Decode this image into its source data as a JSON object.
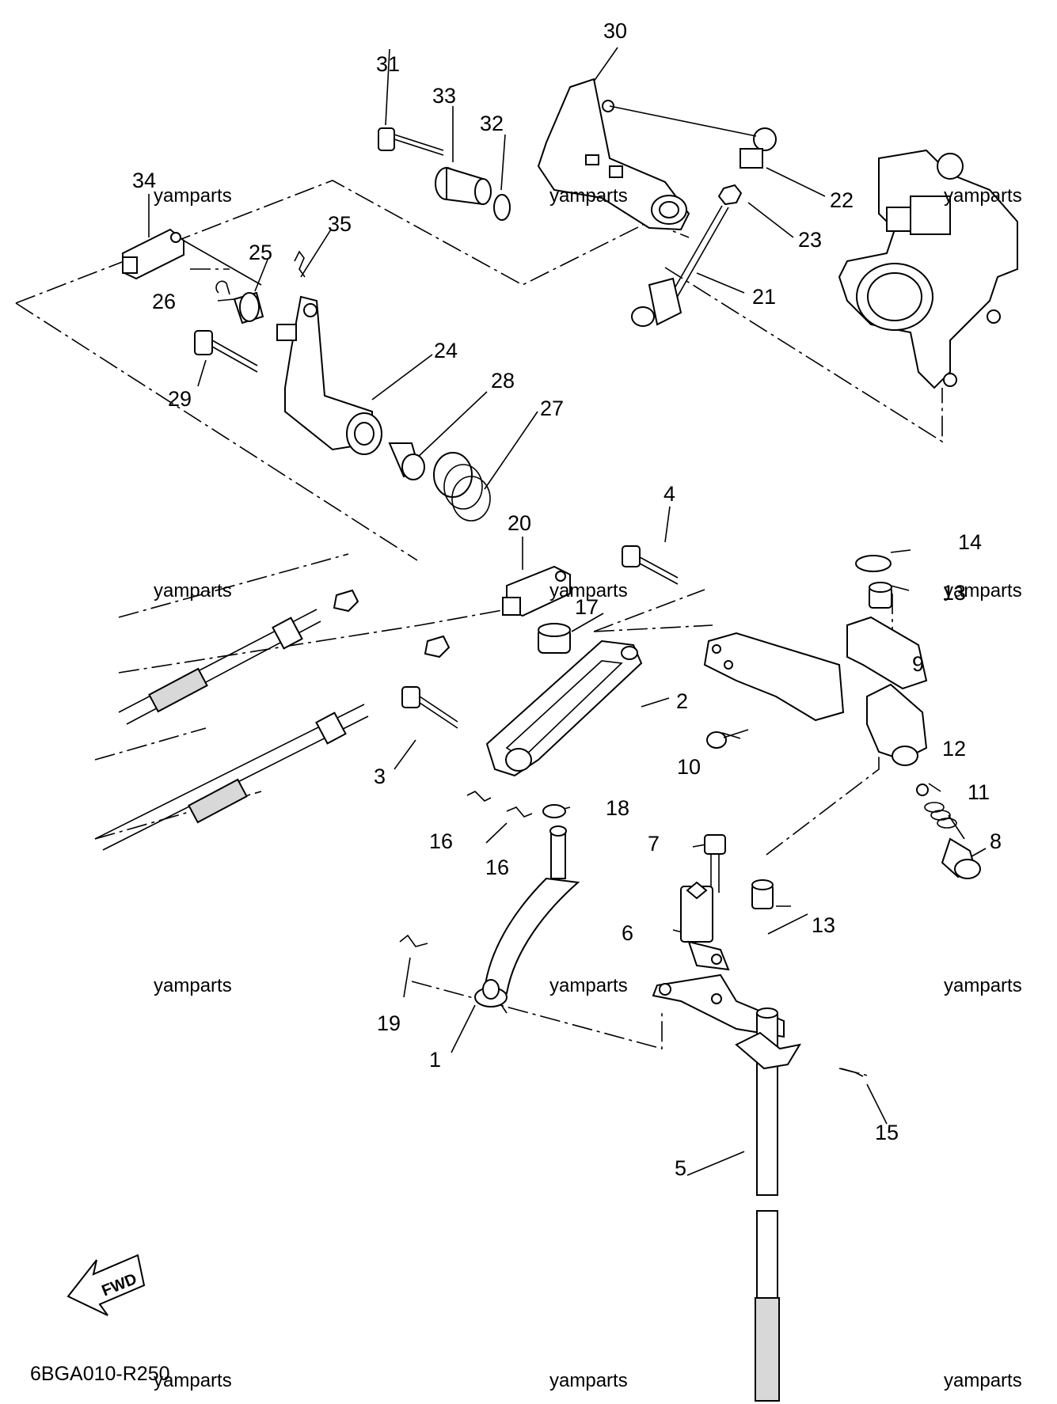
{
  "diagram": {
    "code": "6BGA010-R250",
    "fwd_label": "FWD",
    "watermark": "yamparts",
    "parts": [
      {
        "num": "1"
      },
      {
        "num": "2"
      },
      {
        "num": "3"
      },
      {
        "num": "4"
      },
      {
        "num": "5"
      },
      {
        "num": "6"
      },
      {
        "num": "7"
      },
      {
        "num": "8"
      },
      {
        "num": "9"
      },
      {
        "num": "10"
      },
      {
        "num": "11"
      },
      {
        "num": "12"
      },
      {
        "num": "13"
      },
      {
        "num": "13"
      },
      {
        "num": "14"
      },
      {
        "num": "15"
      },
      {
        "num": "16"
      },
      {
        "num": "16"
      },
      {
        "num": "17"
      },
      {
        "num": "18"
      },
      {
        "num": "19"
      },
      {
        "num": "20"
      },
      {
        "num": "21"
      },
      {
        "num": "22"
      },
      {
        "num": "23"
      },
      {
        "num": "24"
      },
      {
        "num": "25"
      },
      {
        "num": "26"
      },
      {
        "num": "27"
      },
      {
        "num": "28"
      },
      {
        "num": "29"
      },
      {
        "num": "30"
      },
      {
        "num": "31"
      },
      {
        "num": "32"
      },
      {
        "num": "33"
      },
      {
        "num": "34"
      },
      {
        "num": "35"
      }
    ]
  }
}
